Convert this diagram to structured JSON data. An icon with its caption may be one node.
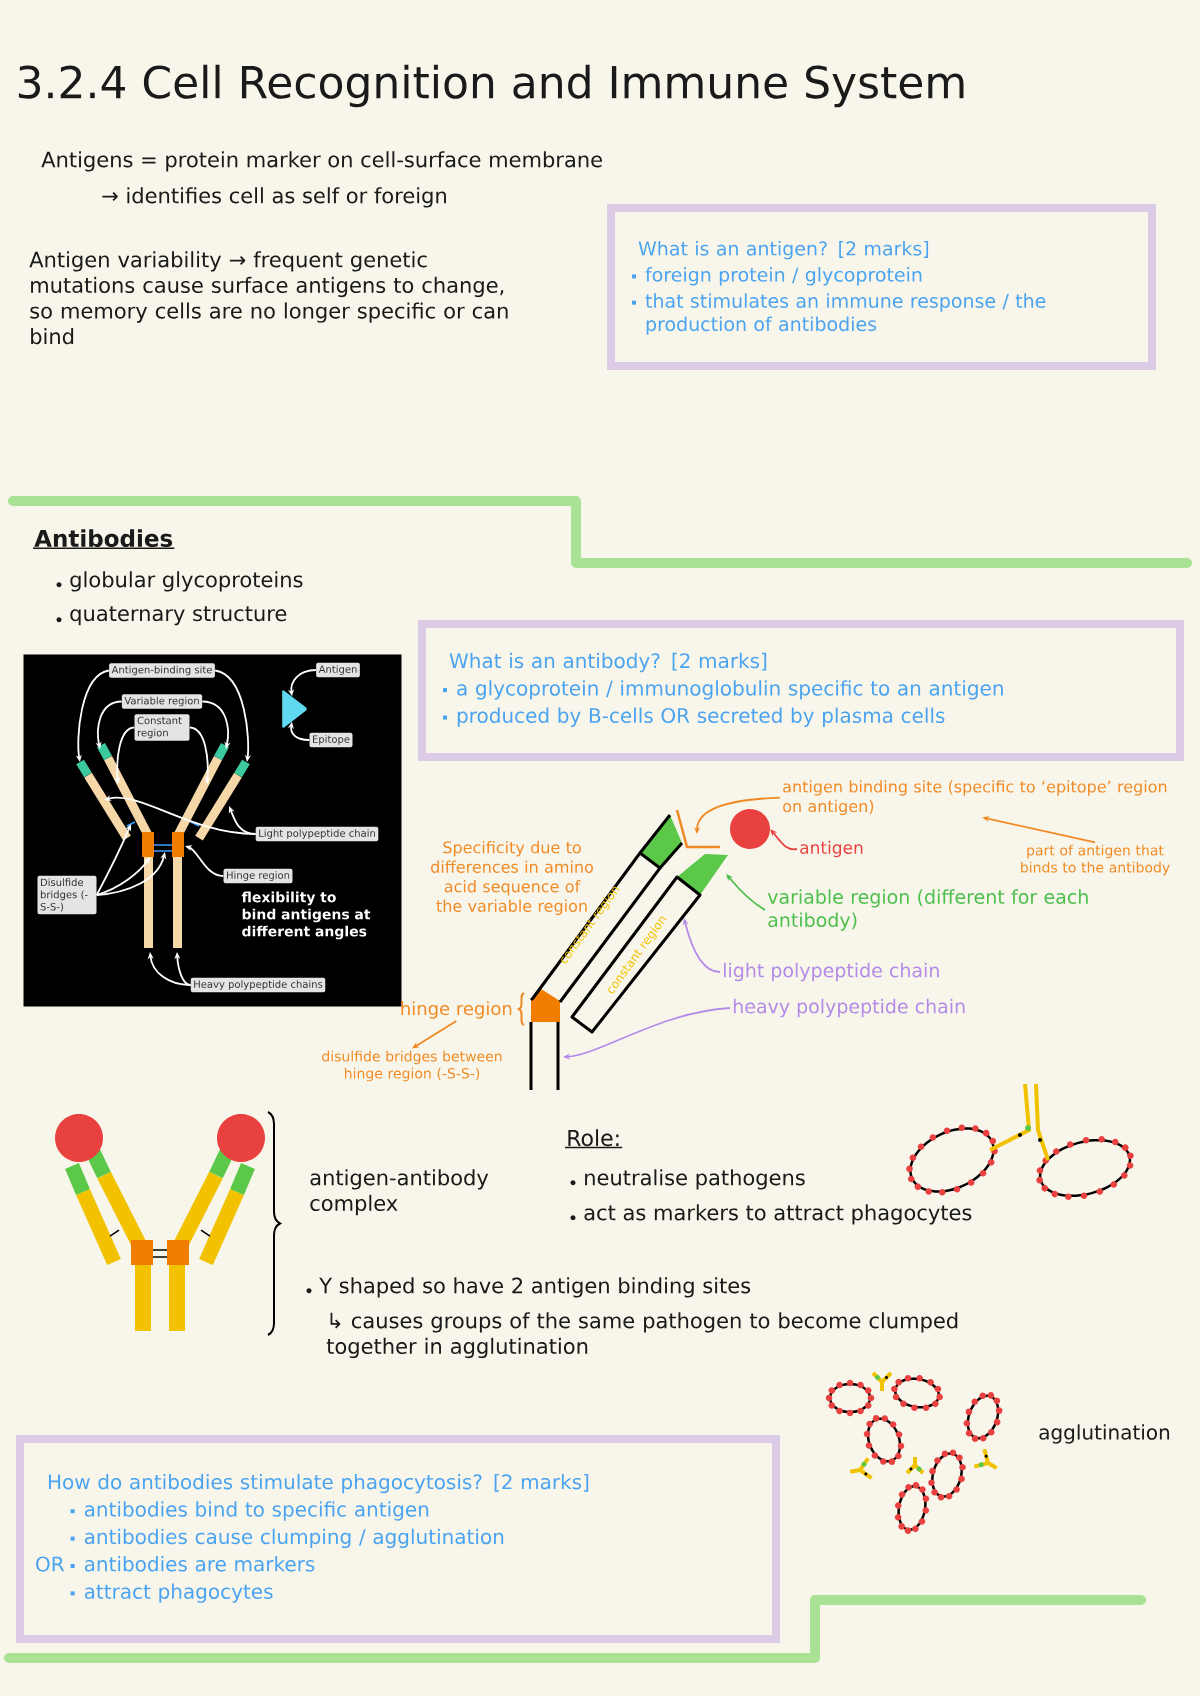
{
  "diagram": {
    "title": "3.2.4 Cell Recognition and Immune System",
    "nodes": [
      {
        "text": [
          "What is an antigen? [2 marks]",
          "foreign protein / glycoprotein",
          "that stimulates an immune response / the production of antibodies"
        ]
      },
      {
        "text": [],
        "shape": "picture"
      },
      {
        "text": [],
        "shape": "picture",
        "in": 1
      },
      {
        "text": [
          "Antigen-binding site"
        ],
        "in": 1
      },
      {
        "text": [
          "Variable region"
        ],
        "in": 1
      },
      {
        "text": [
          "Constant region"
        ],
        "in": 1
      },
      {
        "text": [
          "Antigen"
        ],
        "in": 1
      },
      {
        "text": [],
        "shape": "triangle",
        "in": 1
      },
      {
        "text": [
          "Epitope"
        ],
        "in": 1
      },
      {
        "text": [
          "Light polypeptide chain"
        ],
        "in": 1
      },
      {
        "text": [
          "Hinge region"
        ],
        "in": 1,
        "beside": [
          "flexibility to bind antigens at different angles"
        ]
      },
      {
        "text": [
          "Disulfide bridges (-S-S-)"
        ],
        "in": 1
      },
      {
        "text": [
          "Heavy polypeptide chains"
        ],
        "in": 1
      },
      {
        "text": [
          "What is an antibody? [2 marks]",
          "a glycoprotein / immunoglobulin specific to an antigen",
          "produced by B-cells OR secreted by plasma cells"
        ]
      },
      {
        "text": [
          "antigen binding site (specific to ‘epitope’ region on antigen)"
        ]
      },
      {
        "text": [],
        "shape": "circle"
      },
      {
        "text": [
          "antigen"
        ]
      },
      {
        "text": [
          "part of antigen that binds to the antibody"
        ]
      },
      {
        "text": [
          "variable region (different for each antibody)"
        ]
      },
      {
        "text": [
          "light polypeptide chain"
        ]
      },
      {
        "text": [
          "heavy polypeptide chain"
        ]
      },
      {
        "text": [
          "hinge region"
        ]
      },
      {
        "text": [
          "disulfide bridges between hinge region (-S-S-)"
        ]
      },
      {
        "text": [
          "How do antibodies stimulate phagocytosis? [2 marks]",
          "antibodies bind to specific antigen",
          "antibodies cause clumping / agglutination",
          "OR",
          "antibodies are markers",
          "attract phagocytes"
        ]
      },
      {
        "text": [],
        "shape": "picture"
      },
      {
        "text": [],
        "shape": "box",
        "in": 2
      }
    ],
    "edges": [
      {
        "from": 3,
        "to": 2,
        "arrow": "to"
      },
      {
        "from": 3,
        "to": 2,
        "arrow": "to"
      },
      {
        "from": 4,
        "to": 2,
        "arrow": "to"
      },
      {
        "from": 4,
        "to": 2,
        "arrow": "to"
      },
      {
        "from": 5,
        "to": 2,
        "arrow": "to"
      },
      {
        "from": 5,
        "to": 2,
        "arrow": "to"
      },
      {
        "from": 6,
        "to": 7,
        "arrow": "to"
      },
      {
        "from": 8,
        "to": 7,
        "arrow": "to"
      },
      {
        "from": 9,
        "to": 2,
        "arrow": "to"
      },
      {
        "from": 9,
        "to": 2,
        "arrow": "to"
      },
      {
        "from": 10,
        "to": 25,
        "arrow": "to"
      },
      {
        "from": 11,
        "to": 25,
        "arrow": "to"
      },
      {
        "from": 11,
        "to": 25,
        "arrow": "to"
      },
      {
        "from": 11,
        "to": 25,
        "arrow": "to"
      },
      {
        "from": 12,
        "to": 2,
        "arrow": "to"
      },
      {
        "from": 12,
        "to": 2,
        "arrow": "to"
      },
      {
        "from": 14,
        "to": 24,
        "arrow": "to",
        "color": "#f08a24"
      },
      {
        "from": 16,
        "to": 15,
        "arrow": "to",
        "color": "#e8413f"
      },
      {
        "from": 17,
        "to": 14,
        "arrow": "to",
        "color": "#f08a24"
      },
      {
        "from": 18,
        "to": 24,
        "arrow": "to",
        "color": "#4cbf4c"
      },
      {
        "from": 19,
        "to": 24,
        "arrow": "to",
        "color": "#b48be8"
      },
      {
        "from": 20,
        "to": 24,
        "arrow": "to",
        "color": "#b48be8"
      },
      {
        "from": 21,
        "to": 22,
        "arrow": "to",
        "color": "#f08a24"
      }
    ],
    "labels": [
      "Antigens = protein marker on cell-surface membrane",
      "→ identifies cell as self or foreign",
      "Antigen variability → frequent genetic mutations cause surface antigens to change, so memory cells are no longer specific or can bind",
      "Antibodies",
      "globular glycoproteins",
      "quaternary structure",
      "Specificity due to differences in amino acid sequence of the variable region",
      "constant region",
      "constant region",
      "antigen-antibody complex",
      "Role:",
      "neutralise pathogens",
      "act as markers to attract phagocytes",
      "Y shaped so have 2 antigen binding sites",
      "↳ causes groups of the same pathogen to become clumped together in agglutination",
      "agglutination"
    ]
  }
}
